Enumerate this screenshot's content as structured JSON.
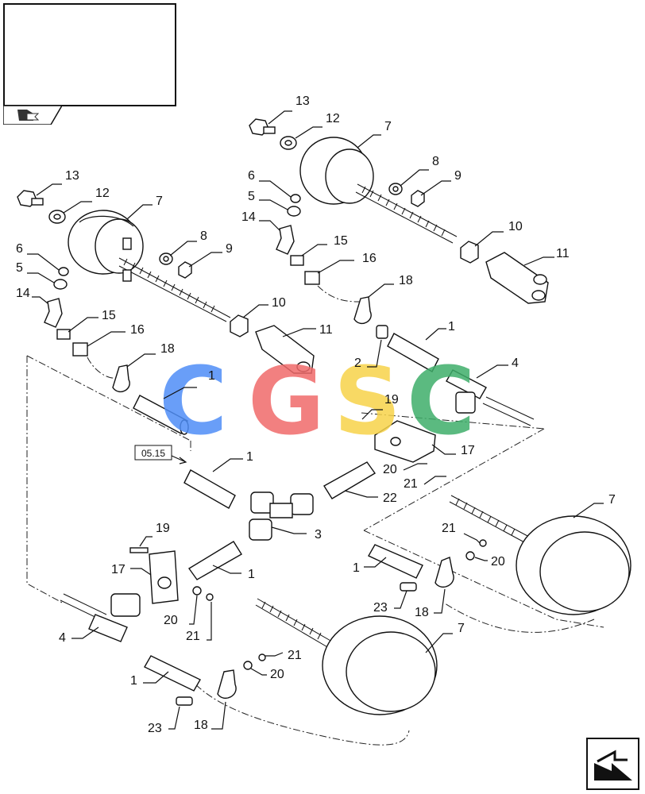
{
  "diagram": {
    "reference_tag": "05.15",
    "callouts": [
      {
        "id": "c13a",
        "text": "13"
      },
      {
        "id": "c12a",
        "text": "12"
      },
      {
        "id": "c7a",
        "text": "7"
      },
      {
        "id": "c8a",
        "text": "8"
      },
      {
        "id": "c9a",
        "text": "9"
      },
      {
        "id": "c6a",
        "text": "6"
      },
      {
        "id": "c5a",
        "text": "5"
      },
      {
        "id": "c14a",
        "text": "14"
      },
      {
        "id": "c15a",
        "text": "15"
      },
      {
        "id": "c16a",
        "text": "16"
      },
      {
        "id": "c10a",
        "text": "10"
      },
      {
        "id": "c11a",
        "text": "11"
      },
      {
        "id": "c18a",
        "text": "18"
      },
      {
        "id": "c1a",
        "text": "1"
      },
      {
        "id": "c2a",
        "text": "2"
      },
      {
        "id": "c4a",
        "text": "4"
      },
      {
        "id": "c19a",
        "text": "19"
      },
      {
        "id": "c17a",
        "text": "17"
      },
      {
        "id": "c20a",
        "text": "20"
      },
      {
        "id": "c21a",
        "text": "21"
      },
      {
        "id": "c13b",
        "text": "13"
      },
      {
        "id": "c12b",
        "text": "12"
      },
      {
        "id": "c7b",
        "text": "7"
      },
      {
        "id": "c8b",
        "text": "8"
      },
      {
        "id": "c9b",
        "text": "9"
      },
      {
        "id": "c6b",
        "text": "6"
      },
      {
        "id": "c5b",
        "text": "5"
      },
      {
        "id": "c14b",
        "text": "14"
      },
      {
        "id": "c15b",
        "text": "15"
      },
      {
        "id": "c16b",
        "text": "16"
      },
      {
        "id": "c10b",
        "text": "10"
      },
      {
        "id": "c11b",
        "text": "11"
      },
      {
        "id": "c18b",
        "text": "18"
      },
      {
        "id": "c1b",
        "text": "1"
      },
      {
        "id": "c1c",
        "text": "1"
      },
      {
        "id": "c22",
        "text": "22"
      },
      {
        "id": "c3",
        "text": "3"
      },
      {
        "id": "c19b",
        "text": "19"
      },
      {
        "id": "c17b",
        "text": "17"
      },
      {
        "id": "c1d",
        "text": "1"
      },
      {
        "id": "c20b",
        "text": "20"
      },
      {
        "id": "c21b",
        "text": "21"
      },
      {
        "id": "c4b",
        "text": "4"
      },
      {
        "id": "c1e",
        "text": "1"
      },
      {
        "id": "c23a",
        "text": "23"
      },
      {
        "id": "c18c",
        "text": "18"
      },
      {
        "id": "c21c",
        "text": "21"
      },
      {
        "id": "c20c",
        "text": "20"
      },
      {
        "id": "c7c",
        "text": "7"
      },
      {
        "id": "c21d",
        "text": "21"
      },
      {
        "id": "c20d",
        "text": "20"
      },
      {
        "id": "c1f",
        "text": "1"
      },
      {
        "id": "c23b",
        "text": "23"
      },
      {
        "id": "c18d",
        "text": "18"
      },
      {
        "id": "c7d",
        "text": "7"
      }
    ]
  },
  "watermark": {
    "letters": [
      "C",
      "G",
      "S",
      "C"
    ],
    "colors": [
      "#4f8ef7",
      "#f06a6a",
      "#f7d34a",
      "#3fae6a"
    ]
  },
  "icons": {
    "book_icon": "book-arrow-icon",
    "nav_icon": "next-page-arrow-icon"
  }
}
